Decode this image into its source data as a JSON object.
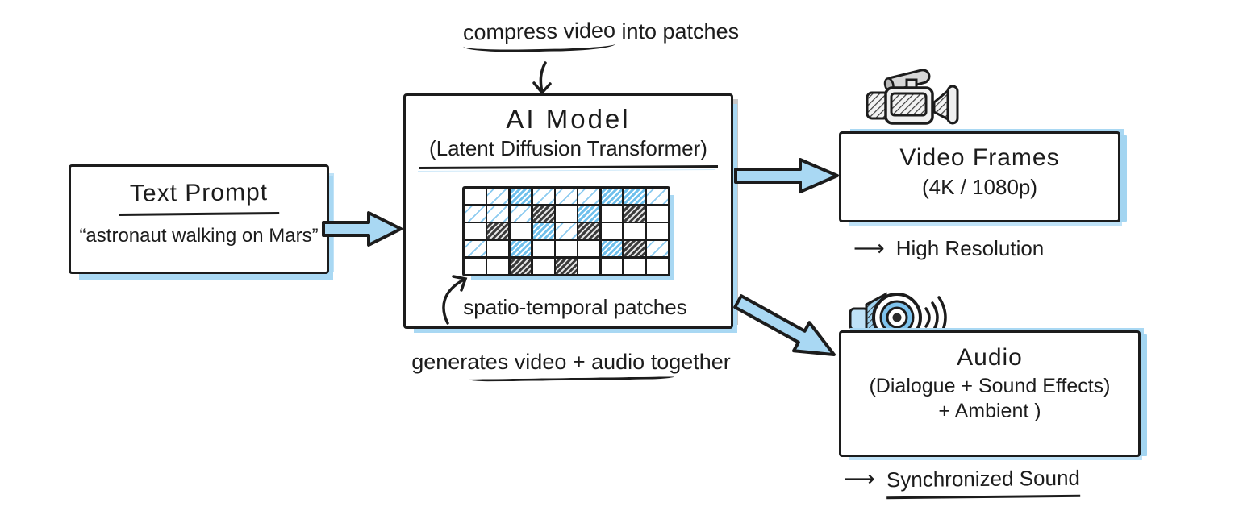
{
  "colors": {
    "ink": "#1c1c1c",
    "accent_blue": "#a9d8f3",
    "accent_blue_deep": "#6fc0ec",
    "background": "#ffffff"
  },
  "text_prompt_box": {
    "title": "Text Prompt",
    "quote": "“astronaut walking on Mars”"
  },
  "compress_annotation": {
    "underlined": "compress video",
    "rest": " into patches"
  },
  "ai_model_box": {
    "title": "AI Model",
    "subtitle": "(Latent Diffusion Transformer)",
    "patch_label": "spatio-temporal patches",
    "grid": {
      "rows": 5,
      "cols": 9,
      "cell_legend": {
        "w": "empty",
        "b": "light-blue-hatch",
        "B": "blue-hatch",
        "k": "dark-hatch"
      },
      "cells": [
        [
          "w",
          "b",
          "B",
          "b",
          "b",
          "b",
          "B",
          "B",
          "b"
        ],
        [
          "b",
          "b",
          "b",
          "k",
          "w",
          "B",
          "w",
          "k",
          "w"
        ],
        [
          "w",
          "k",
          "w",
          "B",
          "b",
          "k",
          "w",
          "w",
          "w"
        ],
        [
          "b",
          "w",
          "B",
          "w",
          "w",
          "w",
          "B",
          "k",
          "b"
        ],
        [
          "w",
          "w",
          "k",
          "w",
          "k",
          "w",
          "w",
          "w",
          "w"
        ]
      ]
    }
  },
  "generates_annotation": {
    "text": "generates video + audio together"
  },
  "video_frames_box": {
    "icon": "video-camera-icon",
    "title": "Video Frames",
    "subtitle": "(4K / 1080p)",
    "caption_arrow": "⟶",
    "caption": "High Resolution"
  },
  "audio_box": {
    "icon": "speaker-icon",
    "title": "Audio",
    "subtitle": "(Dialogue + Sound Effects)",
    "subtitle2": "+ Ambient )",
    "caption_arrow": "⟶",
    "caption": "Synchronized Sound"
  }
}
